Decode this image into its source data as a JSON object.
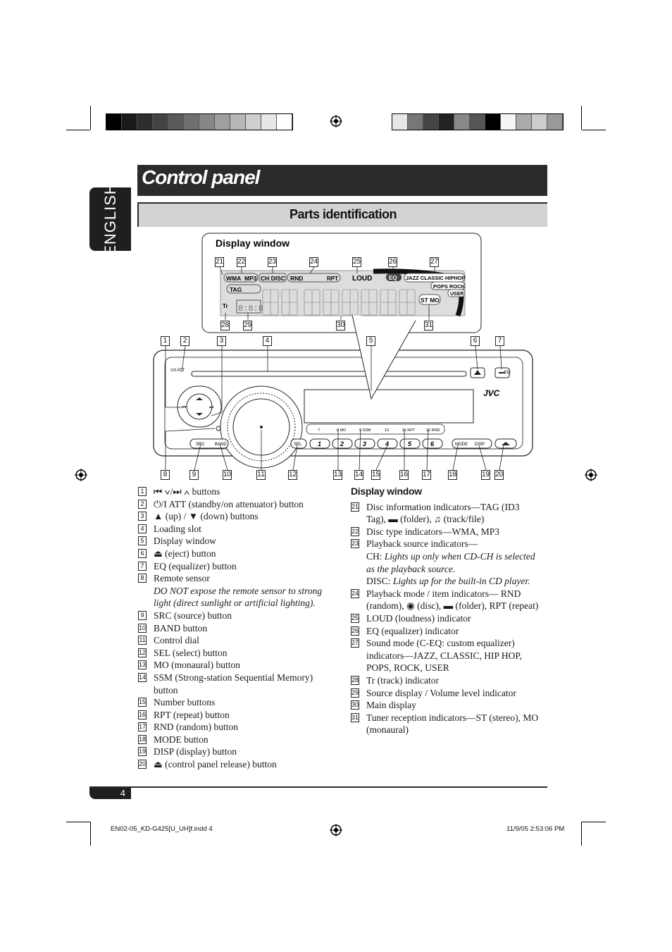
{
  "page": {
    "title": "Control panel",
    "section": "Parts identification",
    "language_tab": "ENGLISH",
    "page_number": "4",
    "footer_left": "EN02-05_KD-G425[U_UH]f.indd   4",
    "footer_right": "11/9/05   2:53:06 PM"
  },
  "diagram": {
    "display_window_label": "Display window",
    "brand": "JVC",
    "lcd": {
      "wma": "WMA",
      "mp3": "MP3",
      "ch_disc": "CH DISC",
      "rnd": "RND",
      "rpt": "RPT",
      "tag": "TAG",
      "loud": "LOUD",
      "eq": "EQ",
      "jazz_classic_hiphop": "JAZZ CLASSIC HIPHOP",
      "pops_rock": "POPS ROCK",
      "user": "USER",
      "stmo": "ST MO",
      "tr": "Tr",
      "src_digits": "8:8:8"
    },
    "unit": {
      "power_att": "⏻/I ATT",
      "eq_btn": "EQ",
      "src": "SRC",
      "band": "BAND",
      "sel": "SEL",
      "mode": "MODE",
      "disp": "DISP",
      "presets": [
        "1",
        "2",
        "3",
        "4",
        "5",
        "6"
      ],
      "preset_labels": [
        "7",
        "8 MO",
        "9 SSM",
        "10",
        "11 RPT",
        "12 RND"
      ]
    },
    "callouts_top": [
      "1",
      "2",
      "3",
      "4",
      "5",
      "6",
      "7"
    ],
    "callouts_bottom": [
      "8",
      "9",
      "10",
      "11",
      "12",
      "13",
      "14",
      "15",
      "16",
      "17",
      "18",
      "19",
      "20"
    ],
    "callouts_lcd_top": [
      "21",
      "22",
      "23",
      "24",
      "25",
      "26",
      "27"
    ],
    "callouts_lcd_bottom": [
      "28",
      "29",
      "30",
      "31"
    ]
  },
  "left_list": [
    {
      "n": "1",
      "text": "⏮ ∨/⏭ ∧ buttons"
    },
    {
      "n": "2",
      "text": "⏻/I ATT (standby/on attenuator) button"
    },
    {
      "n": "3",
      "text": "▲ (up) / ▼ (down) buttons"
    },
    {
      "n": "4",
      "text": "Loading slot"
    },
    {
      "n": "5",
      "text": "Display window"
    },
    {
      "n": "6",
      "text": "⏏ (eject) button"
    },
    {
      "n": "7",
      "text": "EQ (equalizer) button"
    },
    {
      "n": "8",
      "text": "Remote sensor",
      "note": "DO NOT expose the remote sensor to strong light (direct sunlight or artificial lighting)."
    },
    {
      "n": "9",
      "text": "SRC (source) button"
    },
    {
      "n": "10",
      "text": "BAND button"
    },
    {
      "n": "11",
      "text": "Control dial"
    },
    {
      "n": "12",
      "text": "SEL (select) button"
    },
    {
      "n": "13",
      "text": "MO (monaural) button"
    },
    {
      "n": "14",
      "text": "SSM (Strong-station Sequential Memory) button"
    },
    {
      "n": "15",
      "text": "Number buttons"
    },
    {
      "n": "16",
      "text": "RPT (repeat) button"
    },
    {
      "n": "17",
      "text": "RND (random) button"
    },
    {
      "n": "18",
      "text": "MODE button"
    },
    {
      "n": "19",
      "text": "DISP (display) button"
    },
    {
      "n": "20",
      "text": "⏏ (control panel release) button"
    }
  ],
  "right_list": {
    "heading": "Display window",
    "items": [
      {
        "n": "21",
        "text": "Disc information indicators—TAG (ID3 Tag), ▬ (folder), ♫ (track/file)"
      },
      {
        "n": "22",
        "text": "Disc type indicators—WMA, MP3"
      },
      {
        "n": "23",
        "text": "Playback source indicators—"
      },
      {
        "n": "",
        "text": "CH:",
        "note": "Lights up only when CD-CH is selected as the playback source."
      },
      {
        "n": "",
        "text": "DISC:",
        "note": "Lights up for the built-in CD player."
      },
      {
        "n": "24",
        "text": "Playback mode / item indicators— RND (random), ◉ (disc), ▬ (folder), RPT (repeat)"
      },
      {
        "n": "25",
        "text": "LOUD (loudness) indicator"
      },
      {
        "n": "26",
        "text": "EQ (equalizer) indicator"
      },
      {
        "n": "27",
        "text": "Sound mode (C-EQ: custom equalizer) indicators—JAZZ, CLASSIC, HIP HOP, POPS, ROCK, USER"
      },
      {
        "n": "28",
        "text": "Tr (track) indicator"
      },
      {
        "n": "29",
        "text": "Source display / Volume level indicator"
      },
      {
        "n": "30",
        "text": "Main display"
      },
      {
        "n": "31",
        "text": "Tuner reception indicators—ST (stereo), MO (monaural)"
      }
    ]
  }
}
